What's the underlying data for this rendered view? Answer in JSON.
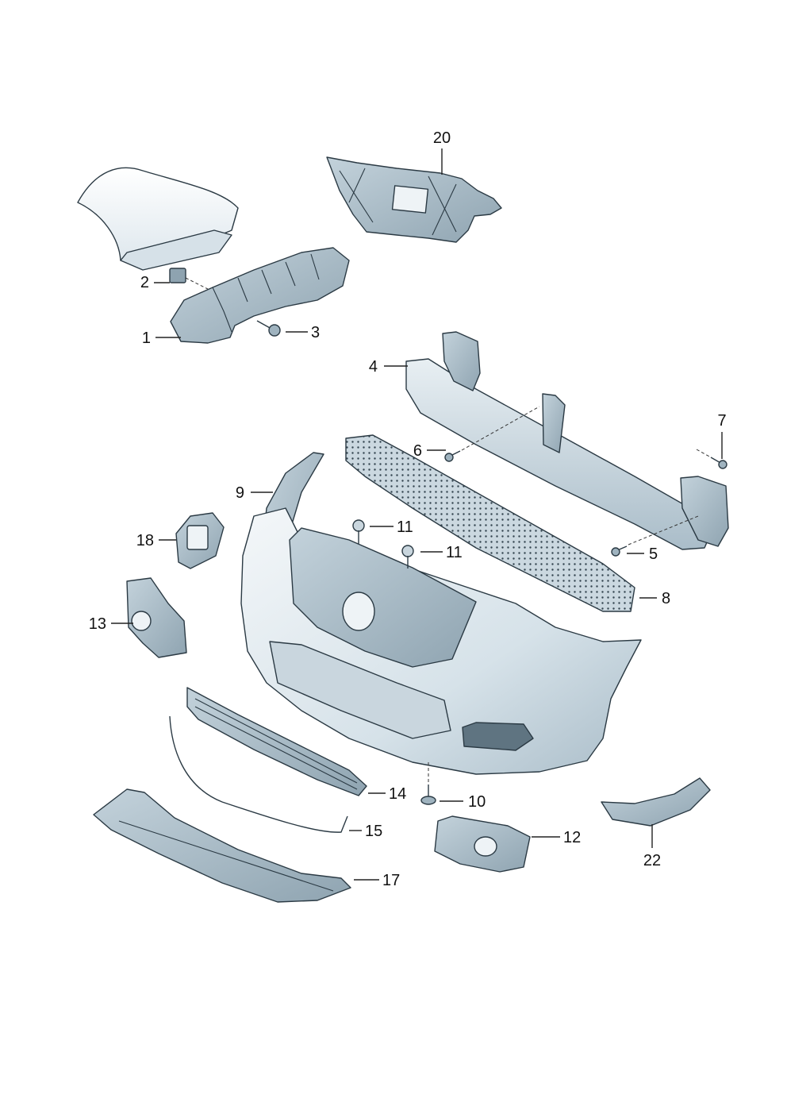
{
  "colors": {
    "part_fill_light": "#eef3f6",
    "part_fill_mid": "#cfdce4",
    "part_fill_dark": "#9fb3bf",
    "part_stroke": "#2b3a44",
    "callout_text": "#111111"
  },
  "callouts": [
    {
      "id": "1",
      "label": "1"
    },
    {
      "id": "2",
      "label": "2"
    },
    {
      "id": "3",
      "label": "3"
    },
    {
      "id": "4",
      "label": "4"
    },
    {
      "id": "5",
      "label": "5"
    },
    {
      "id": "6",
      "label": "6"
    },
    {
      "id": "7",
      "label": "7"
    },
    {
      "id": "8",
      "label": "8"
    },
    {
      "id": "9",
      "label": "9"
    },
    {
      "id": "10",
      "label": "10"
    },
    {
      "id": "11a",
      "label": "11"
    },
    {
      "id": "11b",
      "label": "11"
    },
    {
      "id": "12",
      "label": "12"
    },
    {
      "id": "13",
      "label": "13"
    },
    {
      "id": "14",
      "label": "14"
    },
    {
      "id": "15",
      "label": "15"
    },
    {
      "id": "17",
      "label": "17"
    },
    {
      "id": "18",
      "label": "18"
    },
    {
      "id": "20",
      "label": "20"
    },
    {
      "id": "22",
      "label": "22"
    }
  ]
}
